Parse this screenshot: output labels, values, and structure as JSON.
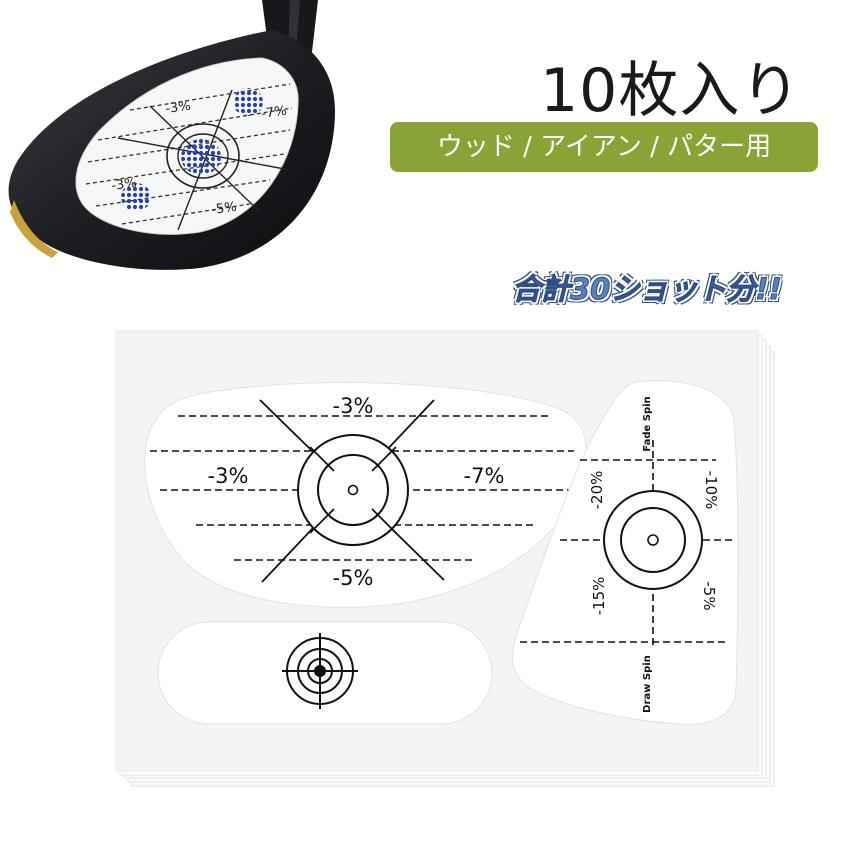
{
  "header": {
    "count_label": "10枚入り",
    "usage_badge": "ウッド / アイアン / パター用",
    "shots_label": "合計30ショット分!!"
  },
  "club_sticker": {
    "labels": [
      "-3%",
      "-3%",
      "-5%",
      "-7%"
    ]
  },
  "wood_sticker": {
    "labels": [
      "-3%",
      "-3%",
      "-7%",
      "-5%"
    ]
  },
  "iron_sticker": {
    "top_label": "Fade Spin",
    "bottom_label": "Draw Spin",
    "labels": [
      "-20%",
      "-10%",
      "-15%",
      "-5%"
    ]
  },
  "colors": {
    "badge_green": "#8aa336",
    "accent_blue": "#5a7fc0",
    "dot_blue": "#2743b3"
  }
}
